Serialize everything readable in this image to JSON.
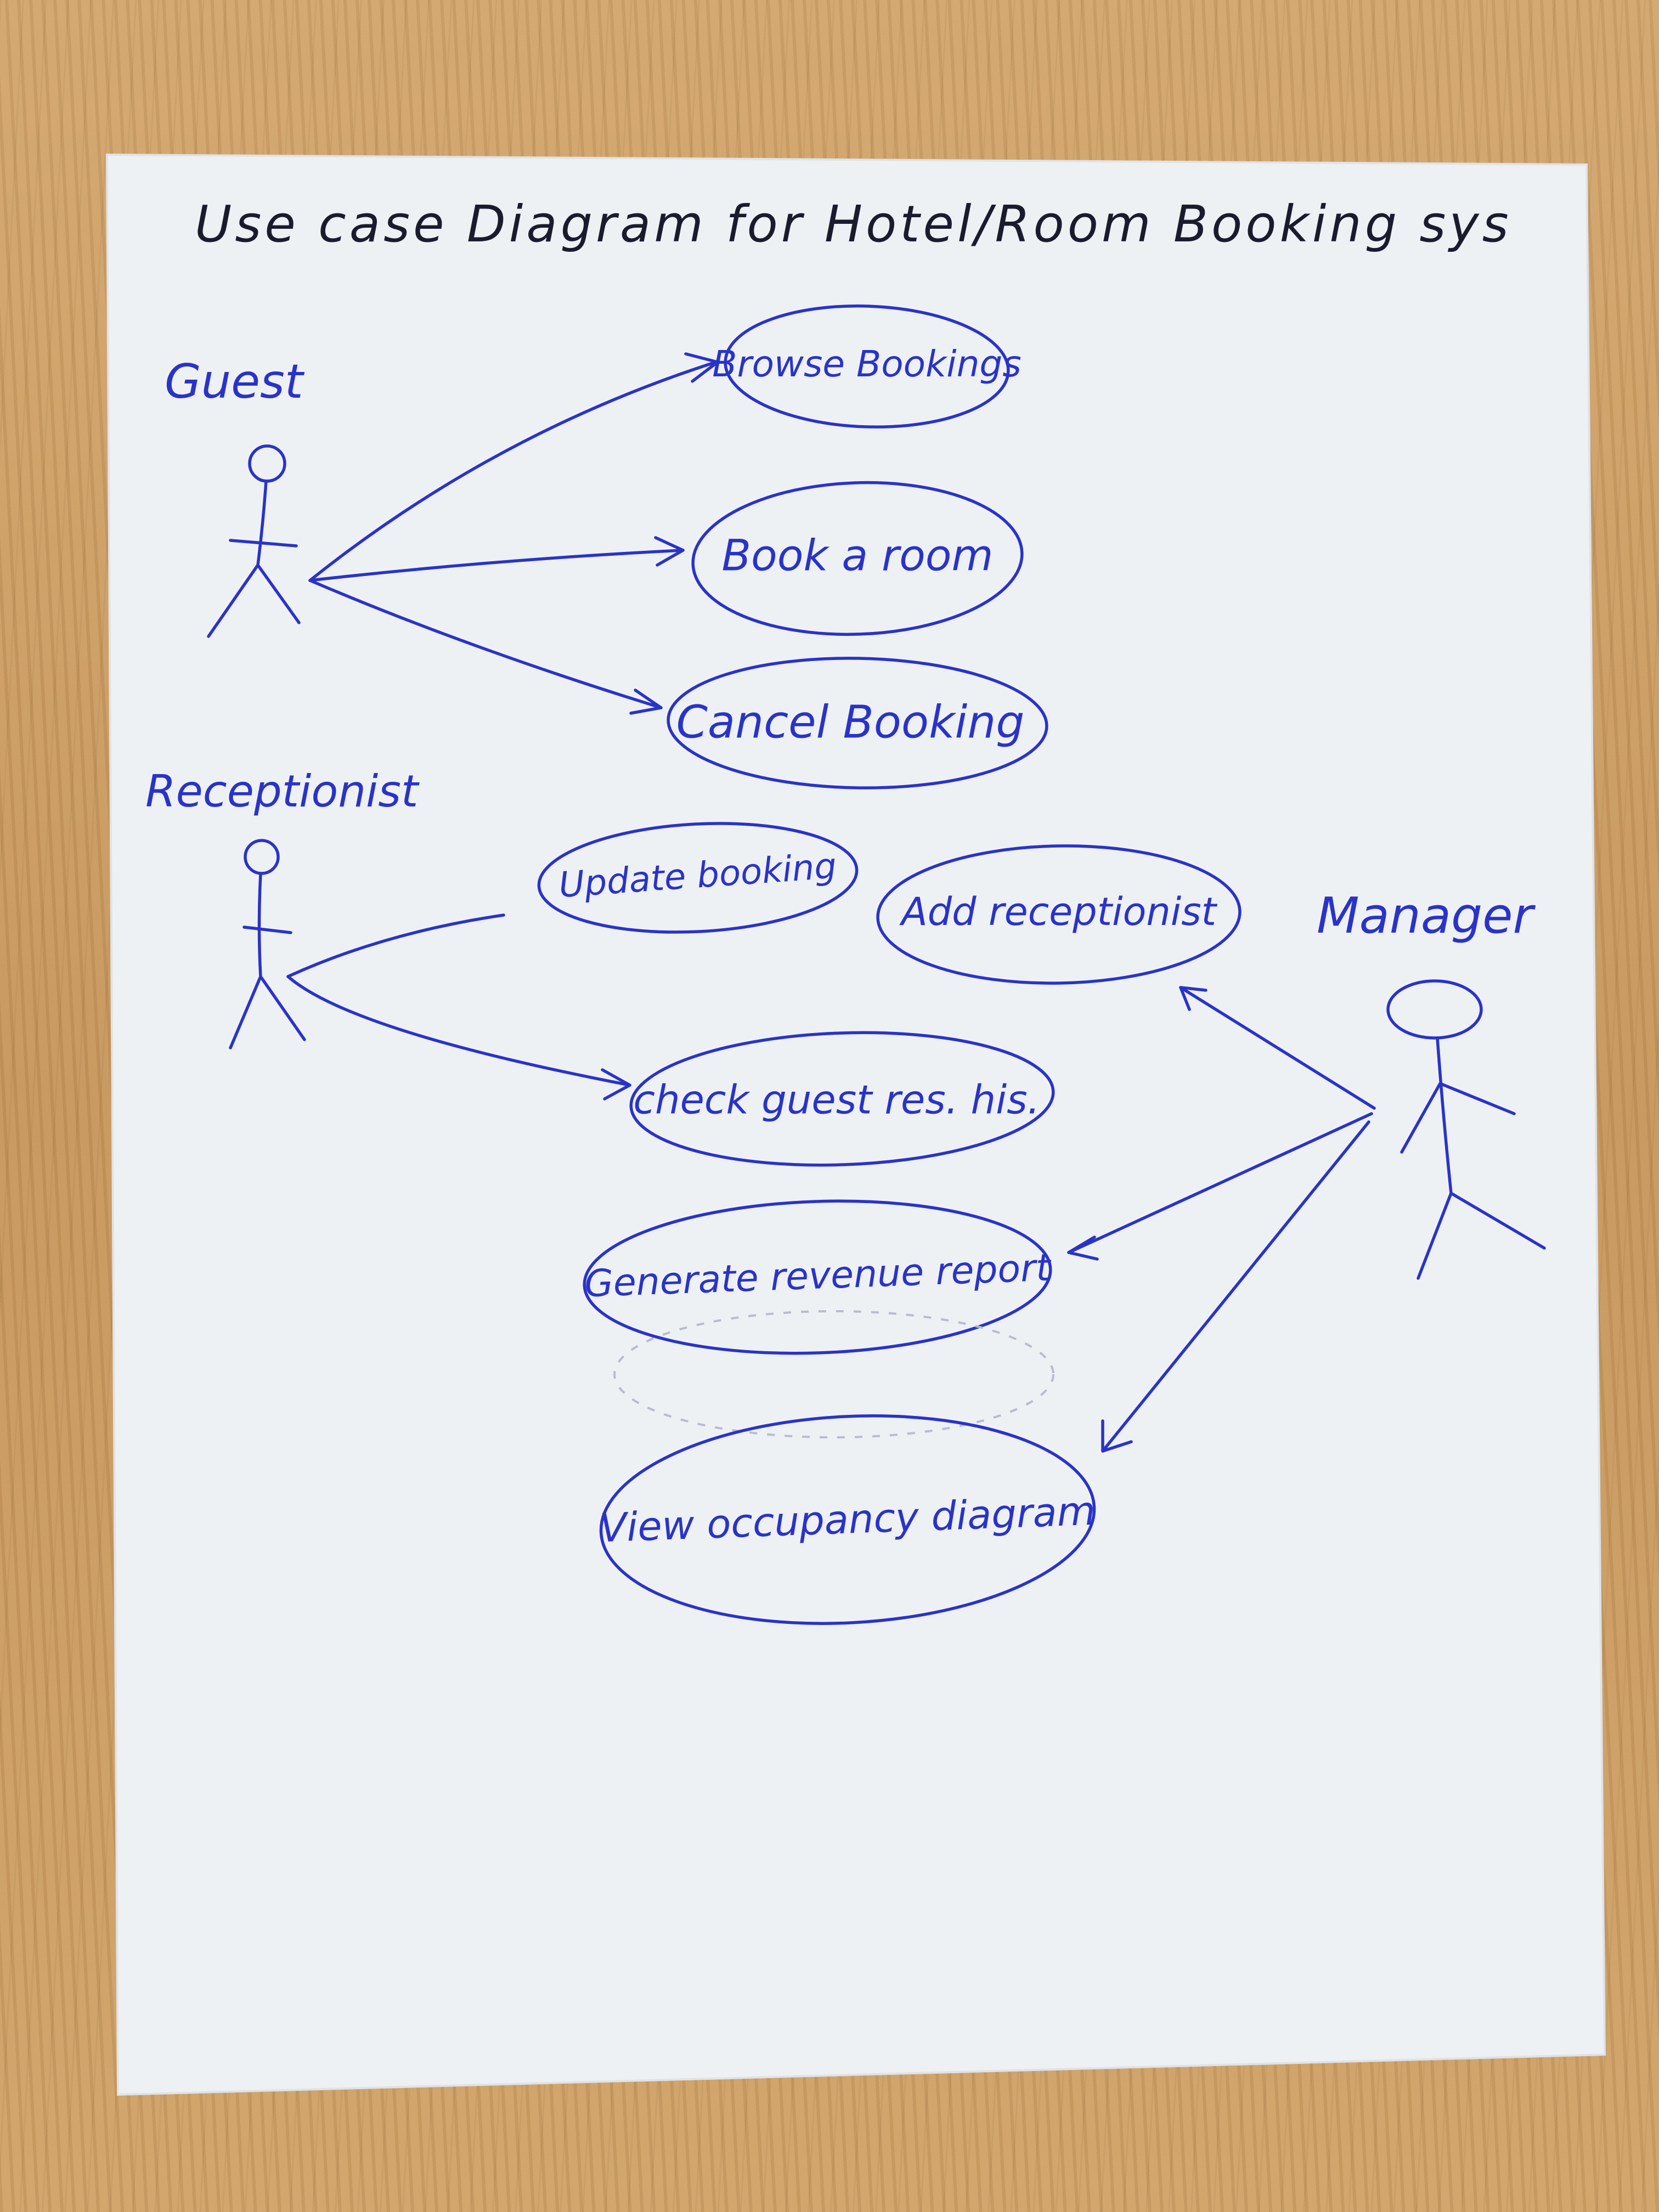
{
  "title": "Use case Diagram for Hotel/Room Booking sys",
  "colors": {
    "ink": "#2a33c8",
    "title_ink": "#1b1b2e",
    "paper": "#eef1f4"
  },
  "actors": {
    "guest": "Guest",
    "receptionist": "Receptionist",
    "manager": "Manager"
  },
  "use_cases": {
    "browse_bookings": "Browse Bookings",
    "book_a_room": "Book a room",
    "cancel_booking": "Cancel Booking",
    "update_booking": "Update booking",
    "add_receptionist": "Add receptionist",
    "check_guest_history": "check guest res. his.",
    "generate_revenue_report": "Generate revenue report",
    "view_occupancy_diagram": "View occupancy diagram"
  },
  "associations": [
    {
      "actor": "Guest",
      "use_case": "Browse Bookings"
    },
    {
      "actor": "Guest",
      "use_case": "Book a room"
    },
    {
      "actor": "Guest",
      "use_case": "Cancel Booking"
    },
    {
      "actor": "Receptionist",
      "use_case": "Update booking"
    },
    {
      "actor": "Receptionist",
      "use_case": "check guest res. his."
    },
    {
      "actor": "Manager",
      "use_case": "Add receptionist"
    },
    {
      "actor": "Manager",
      "use_case": "Generate revenue report"
    },
    {
      "actor": "Manager",
      "use_case": "View occupancy diagram"
    }
  ]
}
